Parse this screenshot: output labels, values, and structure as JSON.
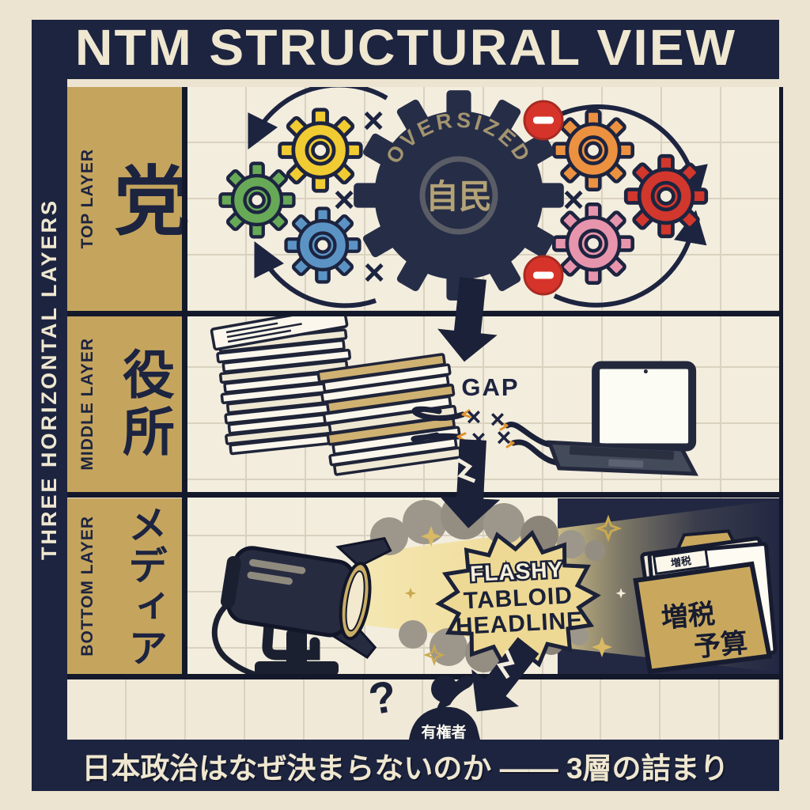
{
  "title": "NTM STRUCTURAL VIEW",
  "left_rail": {
    "label": "THREE HORIZONTAL LAYERS"
  },
  "layers": {
    "top": {
      "tag": "TOP LAYER",
      "kanji": "党",
      "big_gear": {
        "arc_label": "OVERSIZED",
        "center_label": "自民"
      }
    },
    "middle": {
      "tag": "MIDDLE LAYER",
      "kanji": "役所",
      "gap_label": "GAP"
    },
    "bottom": {
      "tag": "BOTTOM LAYER",
      "kanji": "メディア",
      "headline": {
        "line1": "FLASHY",
        "line2": "TABLOID",
        "line3": "HEADLINE"
      },
      "folder": {
        "tab": "増税",
        "line1": "増税",
        "line2": "予算"
      }
    }
  },
  "voter": {
    "question": "?",
    "label": "有権者"
  },
  "caption": "日本政治はなぜ決まらないのか —— 3層の詰まり",
  "icons": {
    "cross": "×",
    "no_entry": "minus-bar",
    "question": "?"
  },
  "colors": {
    "background": "#ece4d0",
    "panel": "#f3edde",
    "navy": "#1d2440",
    "gold": "#c5a55e",
    "cream_text": "#efe7d0",
    "gear_yellow": "#f0cb32",
    "gear_green": "#67a957",
    "gear_blue": "#5b94c4",
    "gear_orange": "#ec9140",
    "gear_red": "#d1372c",
    "gear_pink": "#e795ad",
    "badge_red": "#d6342b",
    "beam_gold": "#eed88f",
    "smoke_gray": "#9c968a"
  }
}
